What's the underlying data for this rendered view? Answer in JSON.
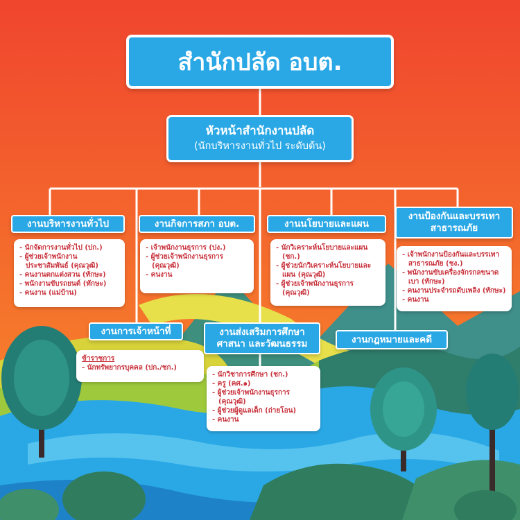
{
  "title": "สำนักปลัด อบต.",
  "head": {
    "title": "หัวหน้าสำนักงานปลัด",
    "subtitle": "(นักบริหารงานทั่วไป ระดับต้น)"
  },
  "departments": {
    "general": {
      "name": "งานบริหารงานทั่วไป",
      "items": [
        "นักจัดการงานทั่วไป (ปก.)",
        "ผู้ช่วยเจ้าพนักงานประชาสัมพันธ์ (คุณวุฒิ)",
        "คนงานตกแต่งสวน (ทักษะ)",
        "พนักงานขับรถยนต์ (ทักษะ)",
        "คนงาน (แม่บ้าน)"
      ]
    },
    "council": {
      "name": "งานกิจการสภา อบต.",
      "items": [
        "เจ้าพนักงานธุรการ (ปง.)",
        "ผู้ช่วยเจ้าพนักงานธุรการ (คุณวุฒิ)",
        "คนงาน"
      ]
    },
    "policy": {
      "name": "งานนโยบายและแผน",
      "items": [
        "นักวิเคราะห์นโยบายและแผน (ชก.)",
        "ผู้ช่วยนักวิเคราะห์นโยบายและแผน (คุณวุฒิ)",
        "ผู้ช่วยเจ้าพนักงานธุรการ (คุณวุฒิ)"
      ]
    },
    "disaster": {
      "name": "งานป้องกันและบรรเทาสาธารณภัย",
      "items": [
        "เจ้าพนักงานป้องกันและบรรเทาสาธารณภัย (ชง.)",
        "พนักงานขับเครื่องจักรกลขนาดเบา (ทักษะ)",
        "คนงานประจำรถดับเพลิง (ทักษะ)",
        "คนงาน"
      ]
    },
    "personnel": {
      "name": "งานการเจ้าหน้าที่",
      "header": "ข้าราชการ",
      "items": [
        "นักทรัพยากรบุคคล (ปก./ชก.)"
      ]
    },
    "education": {
      "name": "งานส่งเสริมการศึกษา ศาสนา และวัฒนธรรม",
      "items": [
        "นักวิชาการศึกษา (ชก.)",
        "ครู (คศ.๑)",
        "ผู้ช่วยเจ้าพนักงานธุรการ (คุณวุฒิ)",
        "ผู้ช่วยผู้ดูแลเด็ก (ถ่ายโอน)",
        "คนงาน"
      ]
    },
    "legal": {
      "name": "งานกฎหมายและคดี"
    }
  },
  "colors": {
    "box": "#2aa8e6",
    "text_red": "#c8323c",
    "sky_top": "#f0452e",
    "sky_bottom": "#f7912e"
  }
}
